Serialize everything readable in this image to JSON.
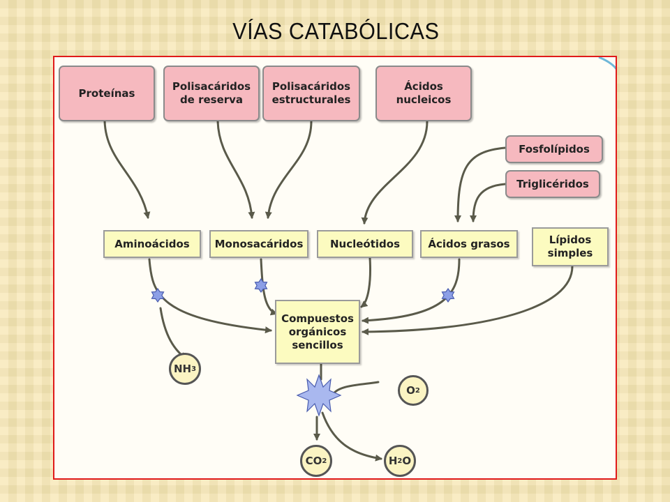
{
  "title": "VÍAS CATABÓLICAS",
  "colors": {
    "frame": "#e01a1a",
    "box_pink": "#f6b9bf",
    "box_yellow": "#fcfbc0",
    "arrow": "#5a5a4a",
    "enzyme_star": "#8c9fe6"
  },
  "sources": {
    "proteinas": [
      "Proteínas"
    ],
    "polisacaridos_reserva": [
      "Polisacáridos",
      "de reserva"
    ],
    "polisacaridos_estructurales": [
      "Polisacáridos",
      "estructurales"
    ],
    "acidos_nucleicos": [
      "Ácidos",
      "nucleicos"
    ],
    "fosfolipidos": [
      "Fosfolípidos"
    ],
    "trigliceridos": [
      "Triglicéridos"
    ]
  },
  "monomers": {
    "aminoacidos": [
      "Aminoácidos"
    ],
    "monosacaridos": [
      "Monosacáridos"
    ],
    "nucleotidos": [
      "Nucleótidos"
    ],
    "acidos_grasos": [
      "Ácidos grasos"
    ],
    "lipidos_simples": [
      "Lípidos",
      "simples"
    ]
  },
  "central": [
    "Compuestos",
    "orgánicos",
    "sencillos"
  ],
  "molecules": {
    "nh3": {
      "base": "NH",
      "sub": "3"
    },
    "o2": {
      "base": "O",
      "sub": "2"
    },
    "co2": {
      "base": "CO",
      "sub": "2"
    },
    "h2o": {
      "pre": "H",
      "sub": "2",
      "post": "O"
    }
  }
}
